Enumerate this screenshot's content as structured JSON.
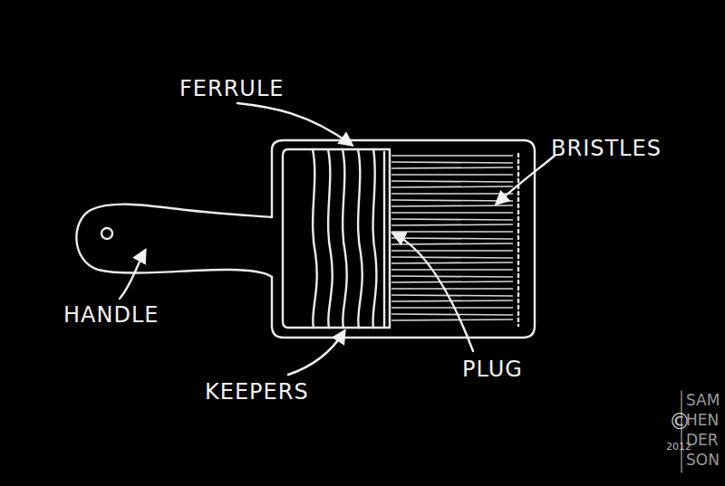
{
  "diagram": {
    "labels": [
      "FERRULE",
      "BRISTLES",
      "HANDLE",
      "KEEPERS",
      "PLUG",
      "©",
      "2012",
      "SAM",
      "HEN",
      "DER",
      "SON"
    ]
  }
}
